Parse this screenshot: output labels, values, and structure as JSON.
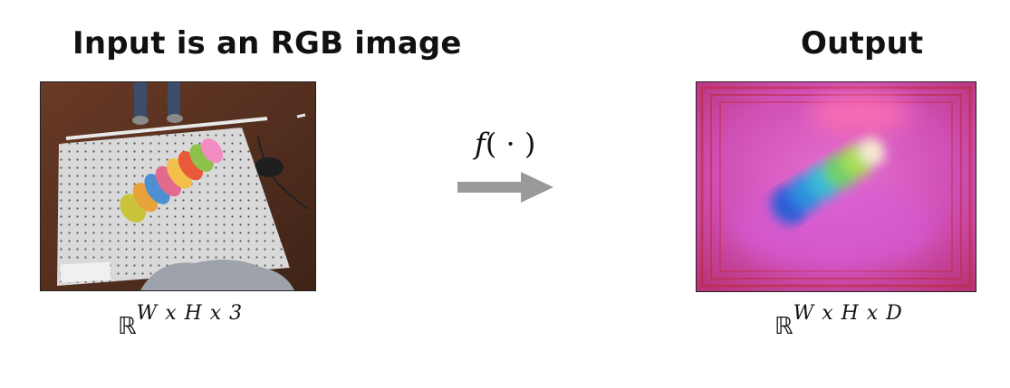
{
  "input": {
    "title": "Input is an RGB image",
    "space_symbol": "ℝ",
    "space_superscript": "W x H x 3",
    "image_description": "photo-rgb"
  },
  "output": {
    "title": "Output",
    "space_symbol": "ℝ",
    "space_superscript": "W x H x D",
    "image_description": "feature-map"
  },
  "function": {
    "name": "f",
    "args": "( · )"
  },
  "colors": {
    "arrow": "#9a9a9a",
    "text": "#111111"
  }
}
